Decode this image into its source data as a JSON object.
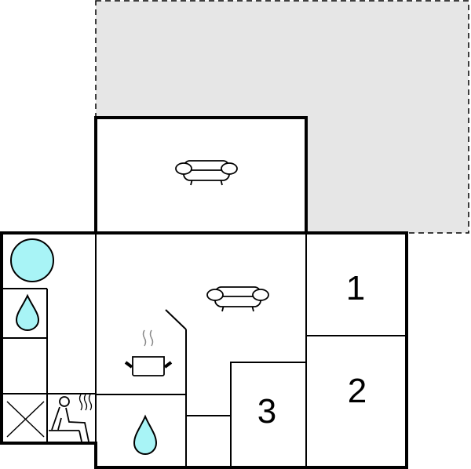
{
  "rooms": {
    "bedroom_1": "1",
    "bedroom_2": "2",
    "bedroom_3": "3"
  },
  "colors": {
    "terrace_fill": "#e6e6e6",
    "water_fill": "#a8f4f6",
    "wall": "#000000"
  }
}
